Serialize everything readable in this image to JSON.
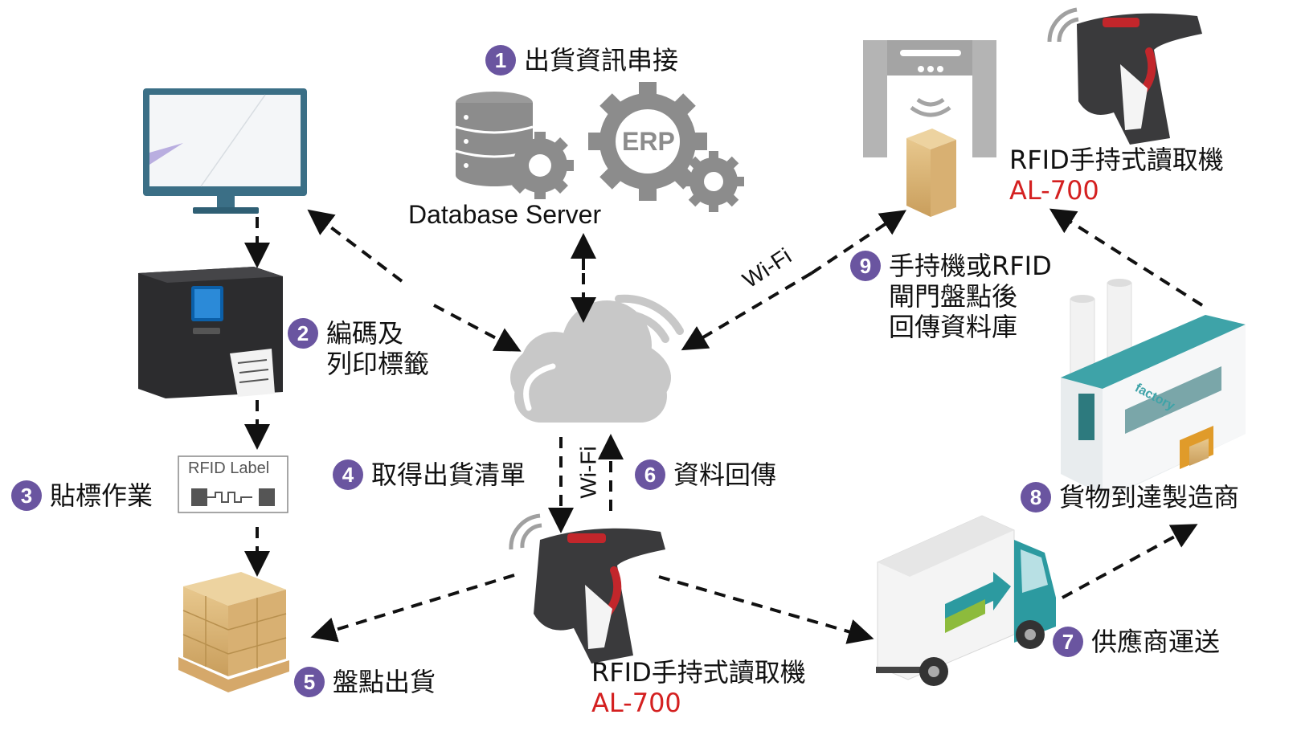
{
  "colors": {
    "badge": "#6a55a0",
    "model": "#d42020",
    "arrow": "#111111",
    "cloud": "#c8c8c8",
    "server": "#8c8c8c"
  },
  "steps": [
    {
      "num": "1",
      "text": "出貨資訊串接"
    },
    {
      "num": "2",
      "text": "編碼及\n列印標籤"
    },
    {
      "num": "3",
      "text": "貼標作業"
    },
    {
      "num": "4",
      "text": "取得出貨清單"
    },
    {
      "num": "5",
      "text": "盤點出貨"
    },
    {
      "num": "6",
      "text": "資料回傳"
    },
    {
      "num": "7",
      "text": "供應商運送"
    },
    {
      "num": "8",
      "text": "貨物到達製造商"
    },
    {
      "num": "9",
      "text": "手持機或RFID\n閘門盤點後\n回傳資料庫"
    }
  ],
  "database_label": "Database Server",
  "erp_label": "ERP",
  "rfid_label": "RFID Label",
  "factory_sign": "factory",
  "reader_top": {
    "name": "RFID手持式讀取機",
    "model": "AL-700"
  },
  "reader_bottom": {
    "name": "RFID手持式讀取機",
    "model": "AL-700"
  },
  "wifi_labels": [
    "Wi-Fi",
    "Wi-Fi"
  ],
  "icons": [
    "monitor-icon",
    "label-printer-icon",
    "rfid-label-icon",
    "boxes-pallet-icon",
    "database-icon",
    "gear-icon",
    "cloud-icon",
    "rfid-reader-icon",
    "rfid-gate-icon",
    "factory-icon",
    "truck-icon"
  ]
}
